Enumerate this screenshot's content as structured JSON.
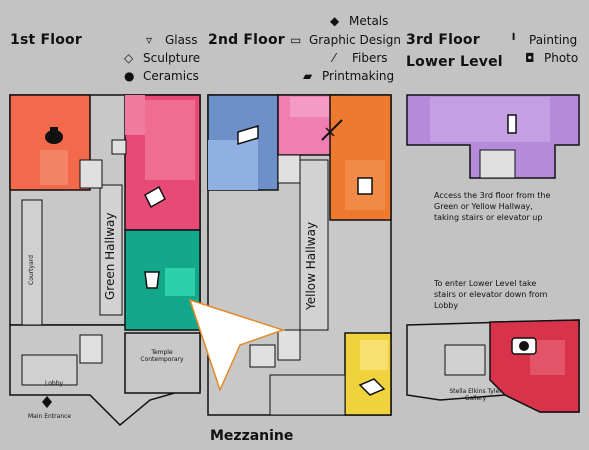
{
  "floors": {
    "first": {
      "title": "1st Floor"
    },
    "second": {
      "title": "2nd Floor"
    },
    "third": {
      "title": "3rd Floor",
      "subtitle": "Lower Level"
    },
    "mezzanine": {
      "title": "Mezzanine"
    }
  },
  "legend": {
    "first": [
      "Glass",
      "Sculpture",
      "Ceramics"
    ],
    "second": [
      "Metals",
      "Graphic Design",
      "Fibers",
      "Printmaking"
    ],
    "third": [
      "Painting",
      "Photo"
    ]
  },
  "labels": {
    "green_hallway": "Green Hallway",
    "yellow_hallway": "Yellow Hallway",
    "courtyard": "Courtyard",
    "lobby": "Lobby",
    "main_entrance": "Main Entrance",
    "temple_contemporary": "Temple Contemporary",
    "stella_gallery": "Stella Elkins Tyler Gallery"
  },
  "notes": {
    "access_3rd": "Access the 3rd floor from the Green or Yellow Hallway, taking stairs or elevator up",
    "lower_level": "To enter Lower Level take stairs or elevator down from Lobby"
  },
  "colors": {
    "background": "#c3c3c3",
    "ceramics": "#f26a4b",
    "sculpture": "#e84a78",
    "glass": "#13a88b",
    "metals": "#f0d23c",
    "graphic_design": "#ee7a30",
    "printmaking": "#6e90c8",
    "fibers": "#ee7fb0",
    "painting": "#b58bd9",
    "photo": "#d8334a"
  }
}
